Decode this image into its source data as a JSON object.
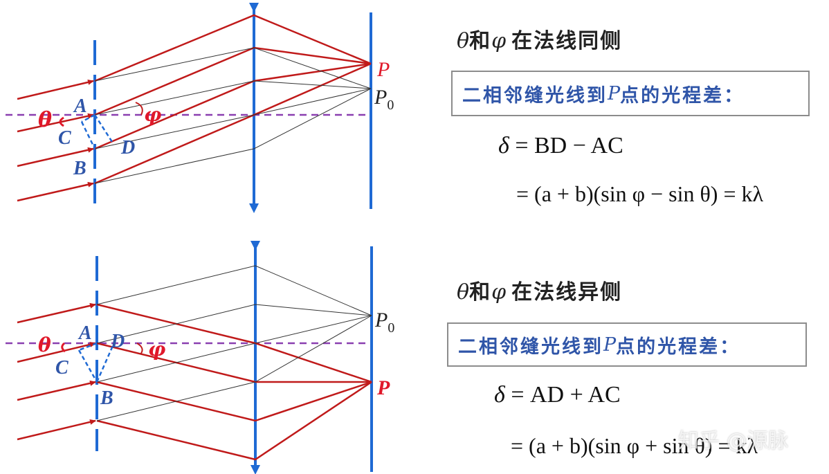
{
  "colors": {
    "blue": "#1f6ad4",
    "red": "#c01a1a",
    "purple": "#8a3fb0",
    "ray_gray": "#333333",
    "label_blue": "#2f55a8",
    "label_red": "#e0182a"
  },
  "top": {
    "heading_theta": "θ",
    "heading_and": "和",
    "heading_phi": "φ",
    "heading_rest": "在法线同侧",
    "box_pre": "二相邻缝光线到",
    "box_p": "P",
    "box_post": "点的光程差：",
    "eq1_lhs": "δ",
    "eq1_rhs": " = BD − AC",
    "eq2": "= (a + b)(sin φ − sin θ) = kλ",
    "labels": {
      "theta": "θ",
      "phi": "φ",
      "A": "A",
      "B": "B",
      "C": "C",
      "D": "D",
      "P": "P",
      "P0": "P",
      "P0_sub": "0"
    }
  },
  "bottom": {
    "heading_theta": "θ",
    "heading_and": "和",
    "heading_phi": "φ",
    "heading_rest": "在法线异侧",
    "box_pre": "二相邻缝光线到",
    "box_p": "P",
    "box_post": "点的光程差：",
    "eq1_lhs": "δ",
    "eq1_rhs": " = AD + AC",
    "eq2": "= (a + b)(sin φ + sin θ) = kλ",
    "labels": {
      "theta": "θ",
      "phi": "φ",
      "A": "A",
      "B": "B",
      "C": "C",
      "D": "D",
      "P": "P",
      "P0": "P",
      "P0_sub": "0"
    }
  },
  "watermark": "知乎 @源脉"
}
